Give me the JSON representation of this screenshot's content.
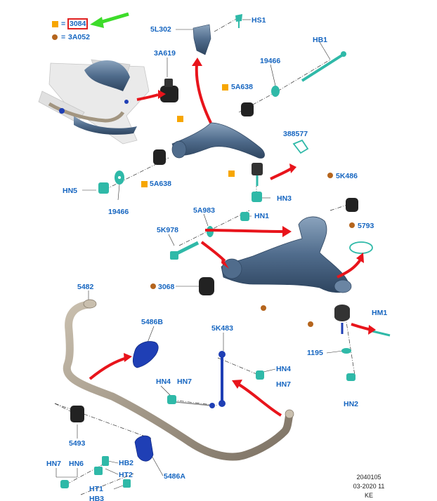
{
  "legend": {
    "square_code": "3084",
    "circle_code": "3A052",
    "equals": "="
  },
  "labels": {
    "l_5L302": "5L302",
    "l_HS1": "HS1",
    "l_3A619": "3A619",
    "l_HB1": "HB1",
    "l_19466_top": "19466",
    "l_5A638_top": "5A638",
    "l_388577": "388577",
    "l_HN5": "HN5",
    "l_5A638_mid": "5A638",
    "l_19466_mid": "19466",
    "l_HN3": "HN3",
    "l_5K486": "5K486",
    "l_5A983": "5A983",
    "l_HN1": "HN1",
    "l_5K978": "5K978",
    "l_5793": "5793",
    "l_3068": "3068",
    "l_HM1": "HM1",
    "l_5482": "5482",
    "l_5486B": "5486B",
    "l_5K483": "5K483",
    "l_1195": "1195",
    "l_HN4_right": "HN4",
    "l_HN7_right": "HN7",
    "l_HN4_left": "HN4",
    "l_HN7_left": "HN7",
    "l_HN2": "HN2",
    "l_5493": "5493",
    "l_HN7_bottom": "HN7",
    "l_HN6": "HN6",
    "l_HB2": "HB2",
    "l_HT2": "HT2",
    "l_5486A": "5486A",
    "l_HT1": "HT1",
    "l_HB3": "HB3"
  },
  "footer": {
    "line1": "2040105",
    "line2": "03-2020 11",
    "line3": "KE"
  },
  "colors": {
    "label": "#1565c0",
    "square_marker": "#f7a600",
    "circle_marker": "#b5651d",
    "arrow_red": "#e8141b",
    "arrow_green": "#3ddc2a",
    "part_blue": "#3d5878",
    "part_teal": "#2fb9a8",
    "stabilizer_bar": "#9b8f80",
    "link_blue": "#1f3fb5"
  }
}
